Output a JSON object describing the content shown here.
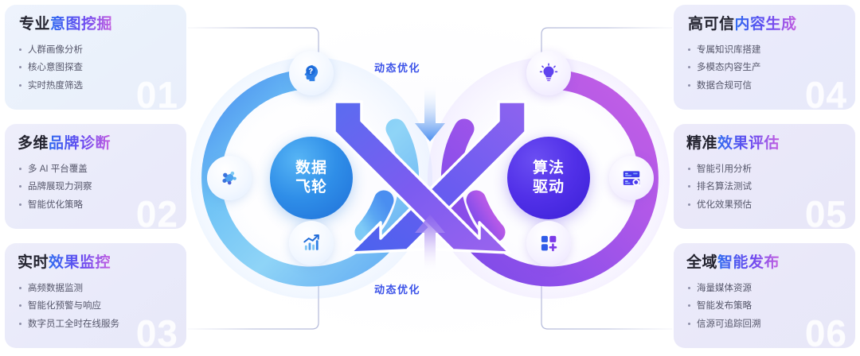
{
  "cards": [
    {
      "num": "01",
      "title_dark": "专业",
      "title_grad": "意图挖掘",
      "bullets": [
        "人群画像分析",
        "核心意图探查",
        "实时热度筛选"
      ]
    },
    {
      "num": "02",
      "title_dark": "多维",
      "title_grad": "品牌诊断",
      "bullets": [
        "多 AI 平台覆盖",
        "品牌展现力洞察",
        "智能优化策略"
      ]
    },
    {
      "num": "03",
      "title_dark": "实时",
      "title_grad": "效果监控",
      "bullets": [
        "高频数据监测",
        "智能化预警与响应",
        "数字员工全时在线服务"
      ]
    },
    {
      "num": "04",
      "title_dark": "高可信",
      "title_grad": "内容生成",
      "bullets": [
        "专属知识库搭建",
        "多模态内容生产",
        "数据合规可信"
      ]
    },
    {
      "num": "05",
      "title_dark": "精准",
      "title_grad": "效果评估",
      "bullets": [
        "智能引用分析",
        "排名算法测试",
        "优化效果预估"
      ]
    },
    {
      "num": "06",
      "title_dark": "全域",
      "title_grad": "智能发布",
      "bullets": [
        "海量媒体资源",
        "智能发布策略",
        "信源可追踪回溯"
      ]
    }
  ],
  "diagram": {
    "left_ring": {
      "line1": "数据",
      "line2": "飞轮"
    },
    "right_ring": {
      "line1": "算法",
      "line2": "驱动"
    },
    "flow_top": "动态优化",
    "flow_bottom": "动态优化",
    "nodes": [
      {
        "icon": "head-question-icon",
        "side": "blue"
      },
      {
        "icon": "network-nodes-icon",
        "side": "blue"
      },
      {
        "icon": "bar-chart-trend-icon",
        "side": "blue"
      },
      {
        "icon": "lightbulb-icon",
        "side": "purple"
      },
      {
        "icon": "document-search-icon",
        "side": "purple"
      },
      {
        "icon": "app-grid-plus-icon",
        "side": "purple"
      }
    ]
  },
  "colors": {
    "accent_blue": "#2f8ee8",
    "accent_purple": "#5130e8",
    "flow_label": "#3b52e8",
    "title_dark": "#242430",
    "gradient_start": "#2f6bf0",
    "gradient_mid": "#6a4af0",
    "gradient_end": "#c561e0",
    "card_bg_blue": "#eef3fd",
    "card_bg_purple": "#ecebfa",
    "bullet_text": "#55566a",
    "card_number": "rgba(255,255,255,.72)"
  }
}
